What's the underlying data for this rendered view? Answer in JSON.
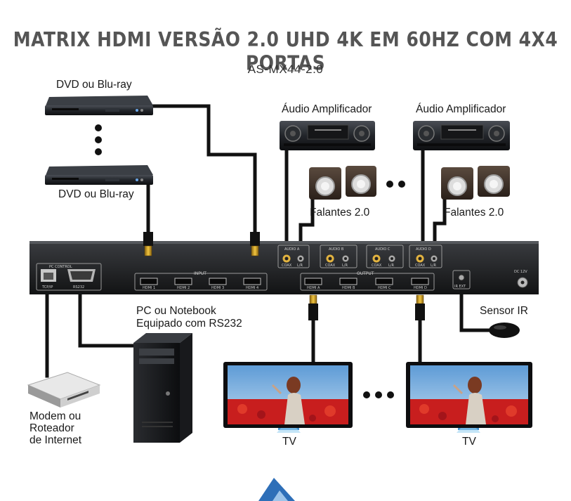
{
  "title": "MATRIX HDMI VERSÃO 2.0 UHD 4K EM 60HZ COM 4X4 PORTAS",
  "model": "AS-MX44-2.0",
  "labels": {
    "dvd_top": "DVD ou Blu-ray",
    "dvd_bottom": "DVD ou Blu-ray",
    "amp_left": "Áudio Amplificador",
    "amp_right": "Áudio Amplificador",
    "speakers_left": "Falantes 2.0",
    "speakers_right": "Falantes 2.0",
    "pc_line1": "PC ou Notebook",
    "pc_line2": "Equipado com RS232",
    "sensor": "Sensor IR",
    "modem_line1": "Modem ou",
    "modem_line2": "Roteador",
    "modem_line3": "de Internet",
    "tv_left": "TV",
    "tv_right": "TV"
  },
  "panel": {
    "pc_control": "PC CONTROL",
    "tcp_ip": "TCP/IP",
    "rs232": "RS232",
    "input": "INPUT",
    "output": "OUTPUT",
    "inputs": [
      "HDMI 1",
      "HDMI 2",
      "HDMI 3",
      "HDMI 4"
    ],
    "outputs": [
      "HDMI A",
      "HDMI B",
      "HDMI C",
      "HDMI D"
    ],
    "audio": [
      "AUDIO A",
      "AUDIO B",
      "AUDIO C",
      "AUDIO D"
    ],
    "coax": "COAX",
    "lr": "L/R",
    "ir_ext": "IR EXT",
    "dc": "DC 12V"
  },
  "colors": {
    "title": "#555555",
    "cable": "#111111",
    "device": "#1c1c1c",
    "hdmi_gold": "#d9a520",
    "screen_red": "#c81e1e",
    "sky": "#7fb4e0"
  }
}
